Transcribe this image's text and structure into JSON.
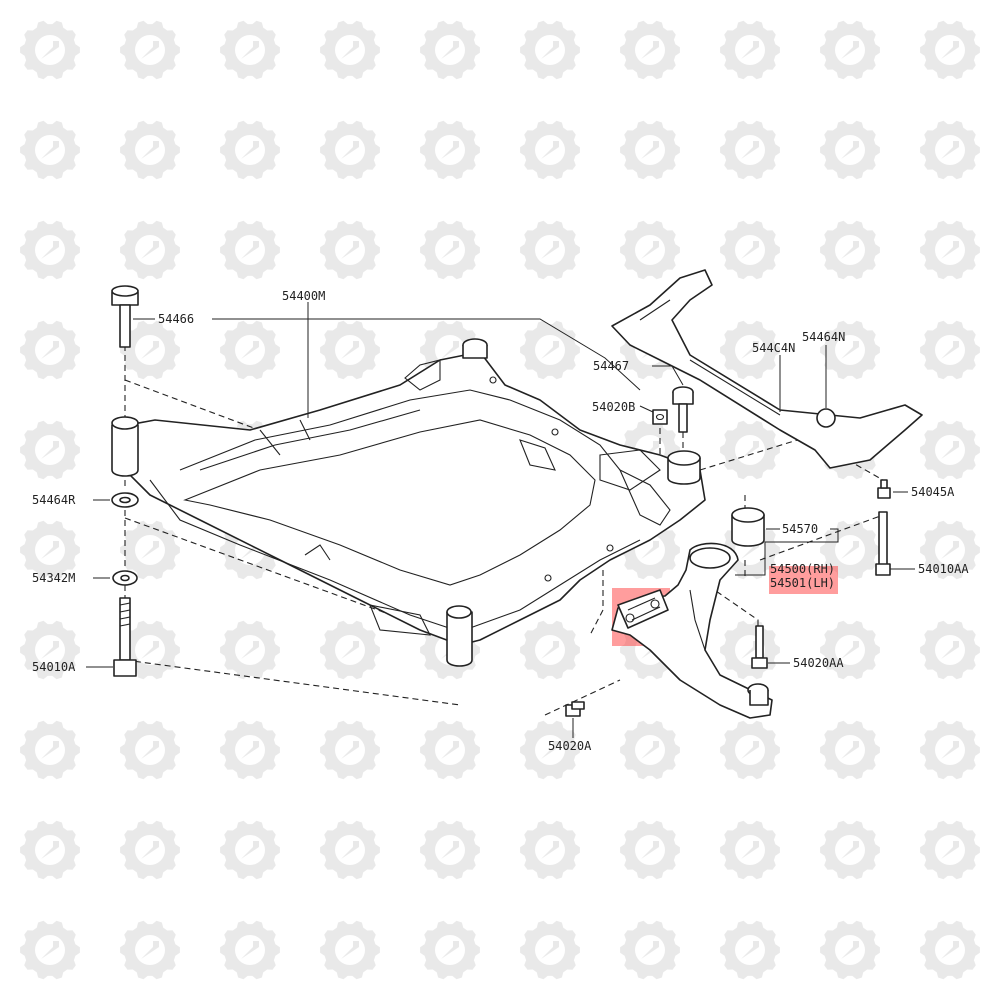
{
  "colors": {
    "highlight": "#ff3b3b",
    "line": "#222222",
    "watermark": "#e9e9e9"
  },
  "watermark_icon": "gear-wrench-logo-icon",
  "highlighted_parts": [
    "54501",
    "bushing-insert"
  ],
  "labels": {
    "p54466": "54466",
    "p54400M": "54400M",
    "p54467": "54467",
    "p54020B": "54020B",
    "p544C4N": "544C4N",
    "p54464N": "54464N",
    "p54045A": "54045A",
    "p54570": "54570",
    "p54500": "54500(RH)",
    "p54501": "54501(LH)",
    "p54010AA": "54010AA",
    "p54020AA": "54020AA",
    "p54020A": "54020A",
    "p54464R": "54464R",
    "p54342M": "54342M",
    "p54010A": "54010A"
  }
}
